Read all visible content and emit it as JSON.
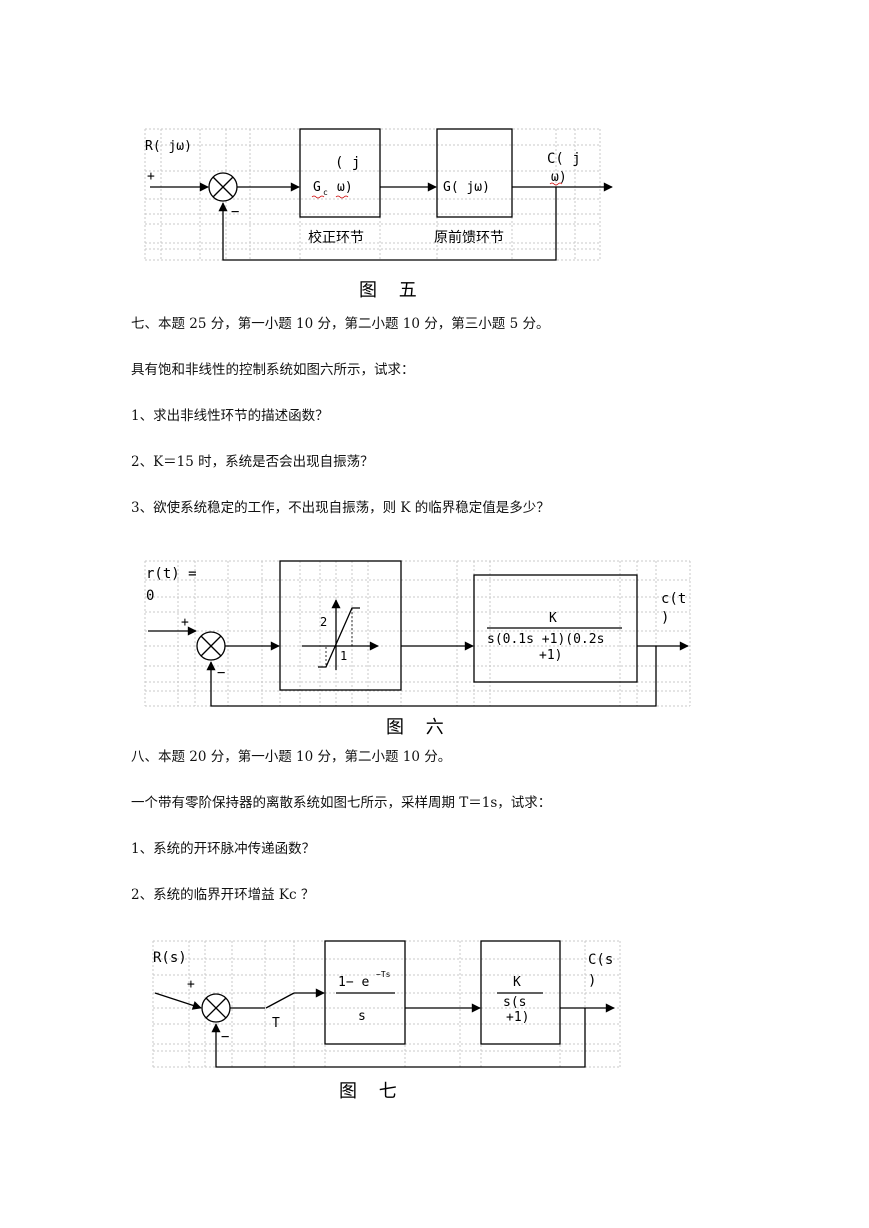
{
  "fig5": {
    "input_label": "R( jω)",
    "plus": "+",
    "minus": "−",
    "block1_top": "( j",
    "block1_bottom": "G",
    "block1_sub": "c",
    "block1_omega": "ω)",
    "block2": "G( jω)",
    "output_top": "C( j",
    "output_bottom": "ω)",
    "label1": "校正环节",
    "label2": "原前馈环节",
    "caption": "图 五"
  },
  "q7": {
    "heading": "七、本题 25 分，第一小题 10 分，第二小题 10 分，第三小题 5 分。",
    "intro": "具有饱和非线性的控制系统如图六所示，试求：",
    "items": [
      "1、求出非线性环节的描述函数？",
      "2、K＝15 时，系统是否会出现自振荡？",
      "3、欲使系统稳定的工作，不出现自振荡，则 K 的临界稳定值是多少？"
    ]
  },
  "fig6": {
    "input_top": "r(t) =",
    "input_bottom": "0",
    "plus": "+",
    "minus": "−",
    "sat_level": "2",
    "sat_slope": "1",
    "numerator": "K",
    "denominator_1": "s(0.1s +1)(0.2s",
    "denominator_2": "+1)",
    "output_top": "c(t",
    "output_bottom": ")",
    "caption": "图 六"
  },
  "q8": {
    "heading": "八、本题 20 分，第一小题 10 分，第二小题 10 分。",
    "intro": "一个带有零阶保持器的离散系统如图七所示，采样周期 T＝1s，试求：",
    "items": [
      "1、系统的开环脉冲传递函数？",
      "2、系统的临界开环增益 Kc ？"
    ]
  },
  "fig7": {
    "input_label": "R(s)",
    "plus": "+",
    "minus": "−",
    "sampler": "T",
    "zoh_num": "1−  e",
    "zoh_exp": "−Ts",
    "zoh_den": "s",
    "plant_num": "K",
    "plant_den_1": "s(s",
    "plant_den_2": "+1)",
    "output_top": "C(s",
    "output_bottom": ")",
    "caption": "图 七"
  }
}
